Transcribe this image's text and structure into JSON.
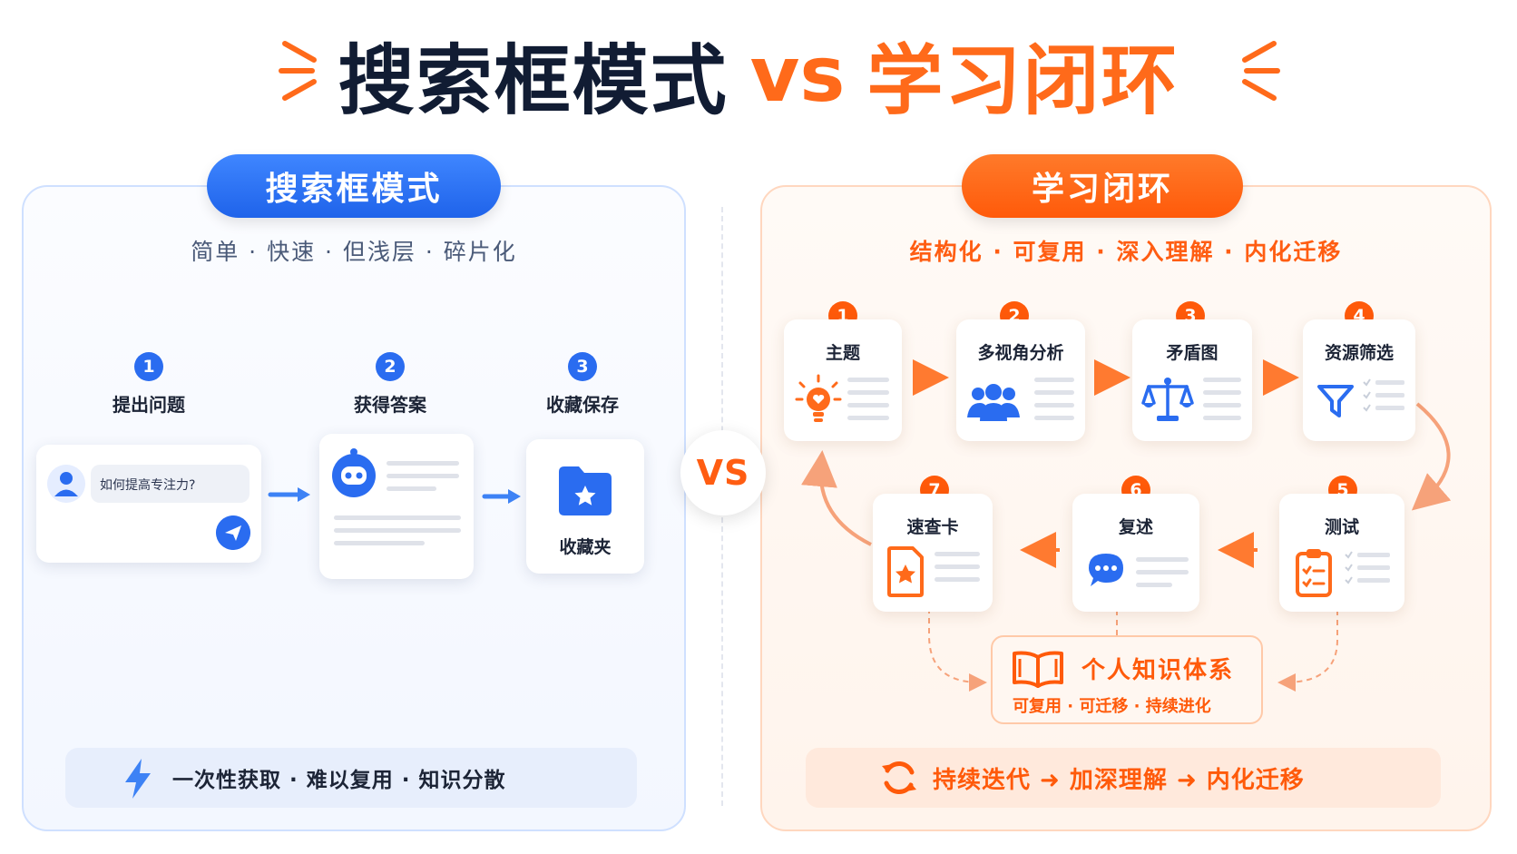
{
  "title": {
    "left": "搜索框模式",
    "vs": "vs",
    "right": "学习闭环"
  },
  "left_panel": {
    "header": "搜索框模式",
    "subtitle": "简单 · 快速 · 但浅层 · 碎片化",
    "steps": [
      {
        "num": "1",
        "label": "提出问题"
      },
      {
        "num": "2",
        "label": "获得答案"
      },
      {
        "num": "3",
        "label": "收藏保存"
      }
    ],
    "question_text": "如何提高专注力?",
    "folder_label": "收藏夹",
    "bottom_text": "一次性获取 · 难以复用 · 知识分散"
  },
  "vs_badge": "VS",
  "right_panel": {
    "header": "学习闭环",
    "subtitle": "结构化 · 可复用 · 深入理解 · 内化迁移",
    "steps": [
      {
        "num": "1",
        "label": "主题",
        "icon": "lightbulb-icon"
      },
      {
        "num": "2",
        "label": "多视角分析",
        "icon": "people-icon"
      },
      {
        "num": "3",
        "label": "矛盾图",
        "icon": "scale-icon"
      },
      {
        "num": "4",
        "label": "资源筛选",
        "icon": "funnel-icon"
      },
      {
        "num": "5",
        "label": "测试",
        "icon": "clipboard-icon"
      },
      {
        "num": "6",
        "label": "复述",
        "icon": "chat-bubble-icon"
      },
      {
        "num": "7",
        "label": "速查卡",
        "icon": "star-card-icon"
      }
    ],
    "knowledge_box": {
      "title": "个人知识体系",
      "subtitle": "可复用 · 可迁移 · 持续进化"
    },
    "bottom_text": "持续迭代 ➜ 加深理解 ➜ 内化迁移"
  },
  "colors": {
    "blue": "#2a6cf0",
    "orange": "#ff5a0a",
    "navy": "#111c33"
  }
}
